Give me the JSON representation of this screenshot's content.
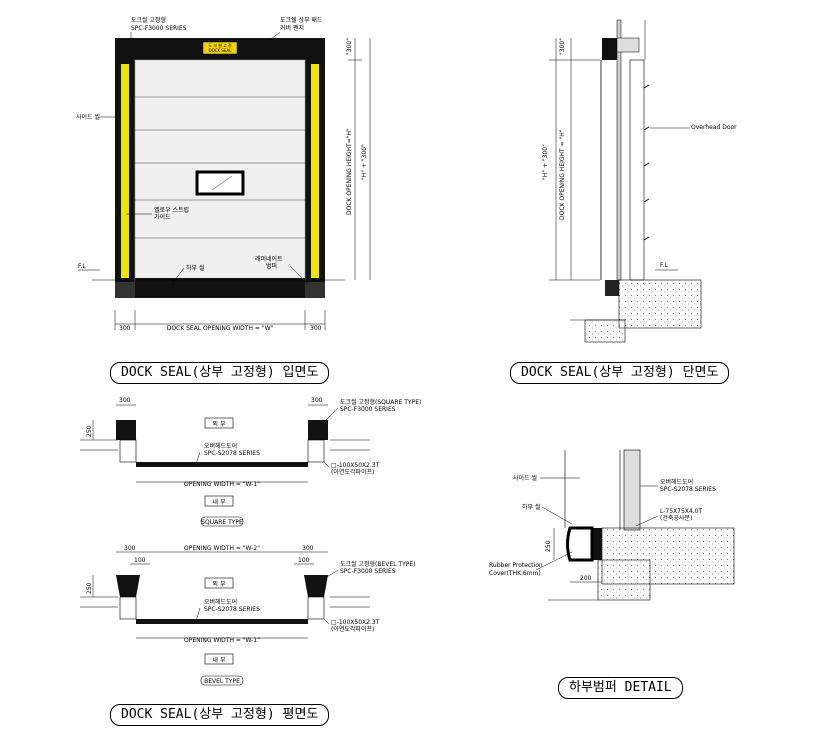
{
  "elevation": {
    "caption": "DOCK SEAL(상부 고정형) 입면도",
    "top_left_label": [
      "도크씰 고정형",
      "SPC-F3000 SERIES"
    ],
    "top_right_label": [
      "도크쉘 상부 패드",
      "커버 펜지"
    ],
    "badge": [
      "도 크 씰 고 정",
      "DOCK SEAL"
    ],
    "side_seal": "사이드 씰",
    "yellow_guide": [
      "옐로우 스트립",
      "가이드"
    ],
    "bottom_seal": "하부 씰",
    "laminate": [
      "래미네이트",
      "범퍼"
    ],
    "fl": "F.L",
    "dim_300_a": "300",
    "dim_300_b": "300",
    "dim_300_top": "\"300\"",
    "dim_opening_height": "DOCK OPENING HEIGHT=\"H\"",
    "dim_h_plus": "\"H\" + \"300\"",
    "dim_width": "DOCK SEAL OPENING WIDTH = \"W\""
  },
  "section": {
    "caption": "DOCK SEAL(상부 고정형) 단면도",
    "dim_300": "\"300\"",
    "dim_h_plus": "\"H\" + \"300\"",
    "dim_opening_height": "DOCK OPENING HEIGHT = \"H\"",
    "overhead_door": "Overhead Door",
    "fl": "F.L"
  },
  "plan": {
    "caption": "DOCK SEAL(상부 고정형) 평면도",
    "square": {
      "dim_300_left": "300",
      "dim_300_right": "300",
      "dim_250": "250",
      "outside": "외 부",
      "inside": "내 부",
      "seal_label": [
        "도크씰 고정형(SQUARE TYPE)",
        "SPC-F3000 SERIES"
      ],
      "door_label": [
        "오버헤드도어",
        "SPC-S2078 SERIES"
      ],
      "pipe_label": [
        "□-100X50X2.3T",
        "(아연도각파이프)"
      ],
      "opening": "OPENING WIDTH = \"W-1\"",
      "type_title": "SQUARE TYPE"
    },
    "bevel": {
      "dim_300_left": "300",
      "dim_300_right": "300",
      "dim_100_left": "100",
      "dim_100_right": "100",
      "dim_250": "250",
      "top_opening": "OPENING WIDTH = \"W-2\"",
      "outside": "외 부",
      "inside": "내 부",
      "seal_label": [
        "도크씰 고정형(BEVEL TYPE)",
        "SPC-F3000 SERIES"
      ],
      "door_label": [
        "오버헤드도어",
        "SPC-S2078 SERIES"
      ],
      "pipe_label": [
        "□-100X50X2.3T",
        "(아연도각파이프)"
      ],
      "opening": "OPENING WIDTH = \"W-1\"",
      "type_title": "BEVEL TYPE"
    }
  },
  "detail": {
    "caption": "하부범퍼 DETAIL",
    "side_seal": "사이드 씰",
    "bottom_seal": "하부 씰",
    "door_label": [
      "오버헤드도어",
      "SPC-S2078 SERIES"
    ],
    "angle_label": [
      "L-75X75X4.0T",
      "(건축공사분)"
    ],
    "rubber_label": [
      "Rubber Protection",
      "Cover(THK.6mm)"
    ],
    "dim_250": "250",
    "dim_200": "200"
  }
}
